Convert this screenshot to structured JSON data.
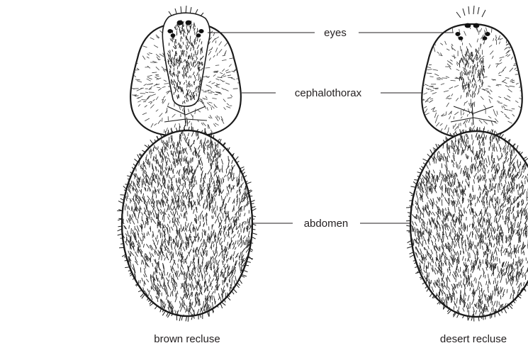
{
  "diagram": {
    "part_labels": {
      "eyes": "eyes",
      "cephalothorax": "cephalothorax",
      "abdomen": "abdomen"
    },
    "species": {
      "left": "brown recluse",
      "right": "desert recluse"
    },
    "colors": {
      "ink": "#1a1a1a",
      "text": "#231f20",
      "background": "#ffffff"
    }
  }
}
